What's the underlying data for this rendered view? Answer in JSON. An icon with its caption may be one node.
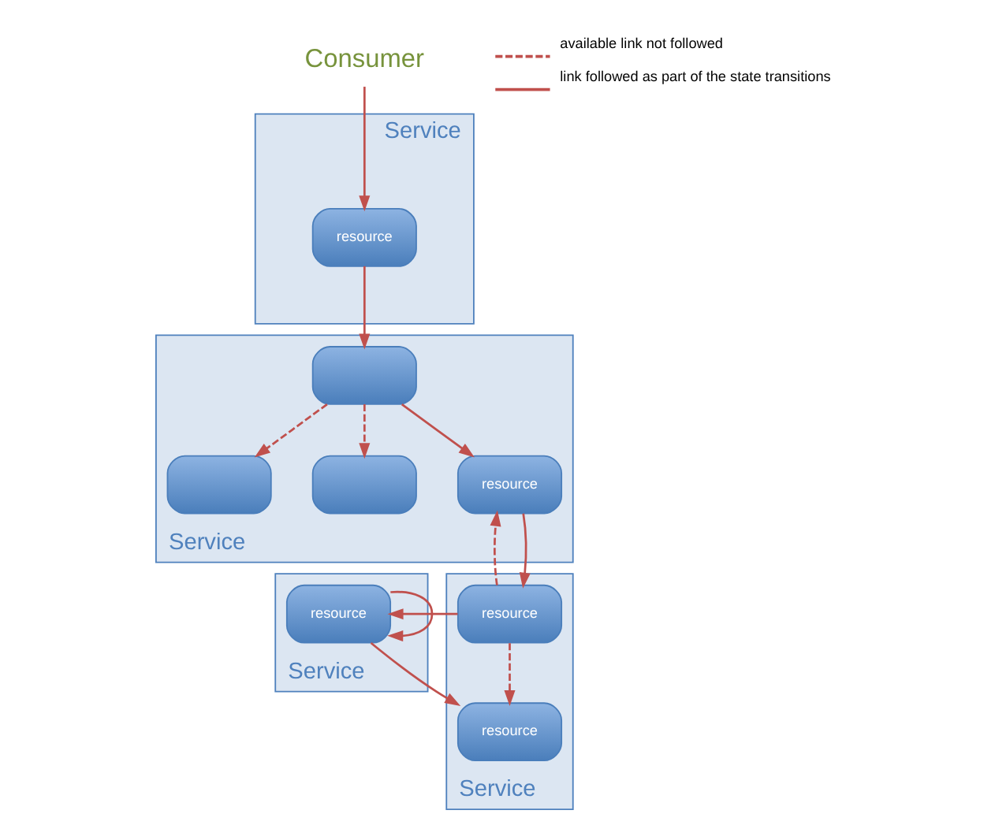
{
  "diagram": {
    "nodes": [
      {
        "text": [
          "Service"
        ]
      },
      {
        "text": [
          "resource"
        ],
        "in": 0
      },
      {
        "text": [
          "Service"
        ]
      },
      {
        "text": [],
        "shape": "box",
        "in": 2
      },
      {
        "text": [],
        "shape": "box",
        "in": 2
      },
      {
        "text": [],
        "shape": "box",
        "in": 2
      },
      {
        "text": [
          "resource"
        ],
        "in": 2
      },
      {
        "text": [
          "Consumer"
        ]
      },
      {
        "text": [
          "Service"
        ]
      },
      {
        "text": [
          "resource"
        ],
        "in": 8
      },
      {
        "text": [
          "resource"
        ],
        "in": 8
      },
      {
        "text": [
          "Service"
        ]
      },
      {
        "text": [
          "resource"
        ],
        "in": 11
      }
    ],
    "edges": [
      {
        "from": 7,
        "to": 1,
        "arrow": "to"
      },
      {
        "from": 1,
        "to": 3,
        "arrow": "to"
      },
      {
        "from": 3,
        "to": 4,
        "arrow": "to",
        "style": "dashed"
      },
      {
        "from": 3,
        "to": 5,
        "arrow": "to",
        "style": "dashed"
      },
      {
        "from": 3,
        "to": 6,
        "arrow": "to"
      },
      {
        "from": 6,
        "to": 9,
        "arrow": "to"
      },
      {
        "from": 9,
        "to": 6,
        "arrow": "to",
        "style": "dashed"
      },
      {
        "from": 9,
        "to": 10,
        "arrow": "to",
        "style": "dashed"
      },
      {
        "from": 9,
        "to": 12,
        "arrow": "to"
      },
      {
        "from": 12,
        "to": 12,
        "arrow": "to"
      },
      {
        "from": 12,
        "to": 10,
        "arrow": "to"
      }
    ],
    "legend": [
      {
        "text": "available link not followed"
      },
      {
        "text": "link followed as part of the state transitions"
      }
    ]
  }
}
